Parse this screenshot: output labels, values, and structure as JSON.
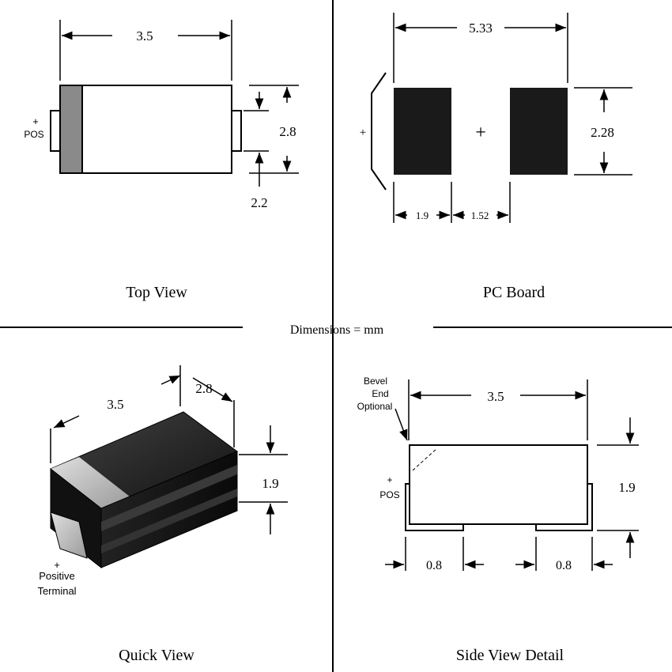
{
  "legend": "Dimensions = mm",
  "top_view": {
    "title": "Top View",
    "length": "3.5",
    "width": "2.8",
    "terminal_width": "2.2",
    "pos_plus": "+",
    "pos_label": "POS"
  },
  "pc_board": {
    "title": "PC Board",
    "overall_length": "5.33",
    "pad_height": "2.28",
    "pad_width": "1.9",
    "pad_gap": "1.52",
    "plus_left": "+",
    "plus_center": "+"
  },
  "quick_view": {
    "title": "Quick View",
    "length": "3.5",
    "width": "2.8",
    "height": "1.9",
    "terminal_plus": "+",
    "terminal_label_1": "Positive",
    "terminal_label_2": "Terminal"
  },
  "side_view": {
    "title": "Side View Detail",
    "length": "3.5",
    "height": "1.9",
    "lead_left": "0.8",
    "lead_right": "0.8",
    "bevel_1": "Bevel",
    "bevel_2": "End",
    "bevel_3": "Optional",
    "pos_plus": "+",
    "pos_label": "POS"
  },
  "colors": {
    "line": "#000000",
    "body_dark": "#1a1a1a",
    "band": "#8a8a8a"
  }
}
